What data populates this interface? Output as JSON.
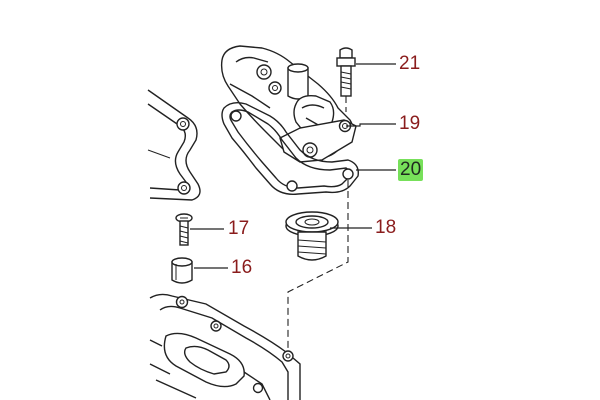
{
  "diagram": {
    "callouts": [
      {
        "id": "c21",
        "label": "21",
        "highlighted": false
      },
      {
        "id": "c19",
        "label": "19",
        "highlighted": false
      },
      {
        "id": "c20",
        "label": "20",
        "highlighted": true
      },
      {
        "id": "c18",
        "label": "18",
        "highlighted": false
      },
      {
        "id": "c17",
        "label": "17",
        "highlighted": false
      },
      {
        "id": "c16",
        "label": "16",
        "highlighted": false
      }
    ],
    "colors": {
      "callout_text": "#8a1c1c",
      "highlight_background": "#77e05a",
      "line_art": "#222222"
    }
  }
}
